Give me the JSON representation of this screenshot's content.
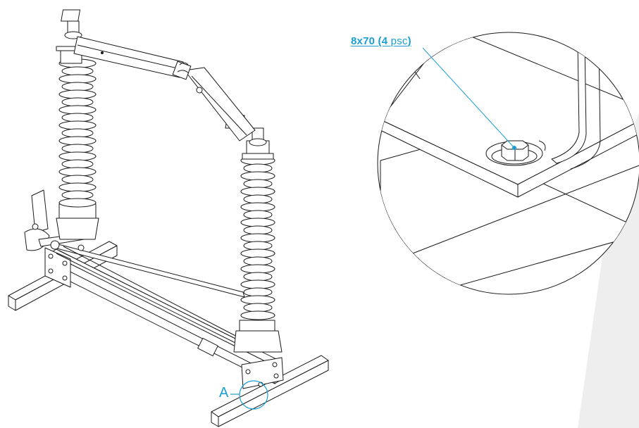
{
  "labels": {
    "bolt_callout_prefix": "8x70 (4 ",
    "bolt_callout_unit": "psc",
    "bolt_callout_suffix": ")",
    "detail_marker": "A"
  },
  "colors": {
    "accent": "#1a9fd3",
    "line": "#1a1a1a",
    "shade": "#eeeeef"
  }
}
